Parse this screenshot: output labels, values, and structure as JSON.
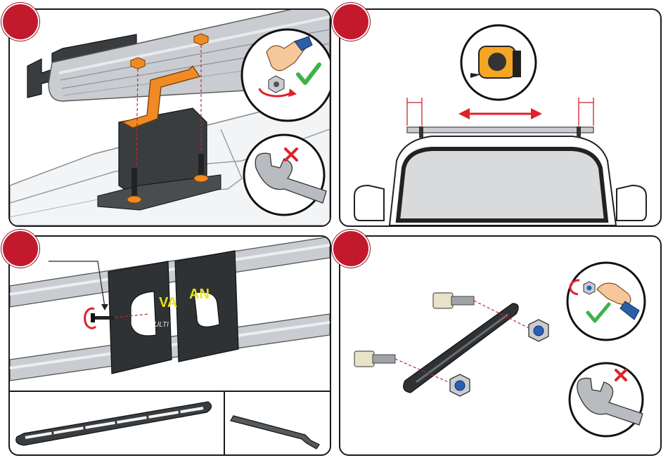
{
  "steps": [
    {
      "id": 1,
      "badge_color": "#c21a2c"
    },
    {
      "id": 2,
      "badge_color": "#c21a2c"
    },
    {
      "id": 3,
      "badge_color": "#c21a2c"
    },
    {
      "id": 4,
      "badge_color": "#c21a2c"
    }
  ],
  "brand": {
    "logo_left": "VA",
    "logo_right": "AN",
    "sub_left": "ULTI"
  },
  "colors": {
    "accent_red": "#c21a2c",
    "bracket_orange": "#f08a24",
    "rail_silver": "#c9ccd0",
    "dark_grey": "#3a3d40",
    "ok_green": "#3cb34a",
    "no_red": "#e0202a",
    "tape_yellow": "#f5a623"
  },
  "icons": [
    "hand-tighten-nut-icon",
    "check-icon",
    "no-wrench-icon",
    "cross-icon",
    "tape-measure-icon",
    "double-arrow-icon",
    "hand-nut-icon",
    "wrench-icon",
    "hex-key-icon"
  ]
}
